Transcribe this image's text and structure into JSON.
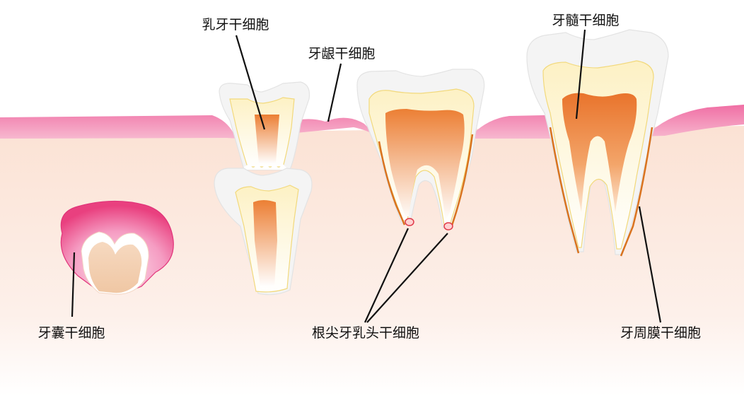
{
  "labels": {
    "deciduous": "乳牙干细胞",
    "gingiva": "牙龈干细胞",
    "dental_pulp": "牙髓干细胞",
    "follicle": "牙囊干细胞",
    "apical_papilla": "根尖牙乳头干细胞",
    "periodontal": "牙周膜干细胞"
  },
  "colors": {
    "gum": "#f06ea4",
    "tissue": "#fbe6dc",
    "enamel": "#f4f4f4",
    "dentin": "#fdf3c8",
    "pulp": "#f08a3c",
    "root_outline": "#d9731f",
    "follicle": "#ea4c8c"
  }
}
